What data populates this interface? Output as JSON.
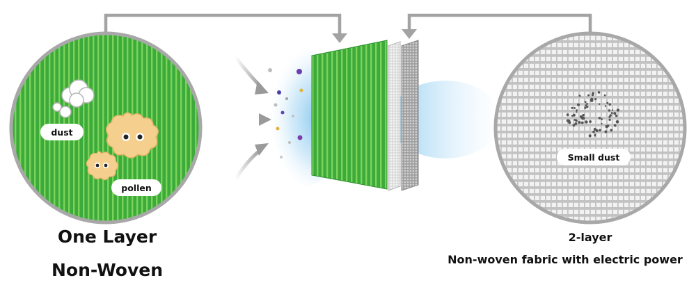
{
  "labels": {
    "dust": "dust",
    "pollen": "pollen",
    "small_dust": "Small dust"
  },
  "captions": {
    "left_line1": "One Layer",
    "left_line2": "Non-Woven",
    "right_line1": "2-layer",
    "right_line2": "Non-woven fabric with electric power"
  },
  "colors": {
    "filter_green": "#3cab3c",
    "filter_stripe": "#7bd35a",
    "fabric_gray": "#c7c7c7",
    "pollen": "#f5cf8e",
    "arrow_gray": "#a3a3a3",
    "air_blue": "#bfe3f7"
  },
  "icons": {
    "dust_cloud": "dust-cloud-icon",
    "pollen_particle": "pollen-icon",
    "air_flow": "airflow-arrow-icon"
  }
}
